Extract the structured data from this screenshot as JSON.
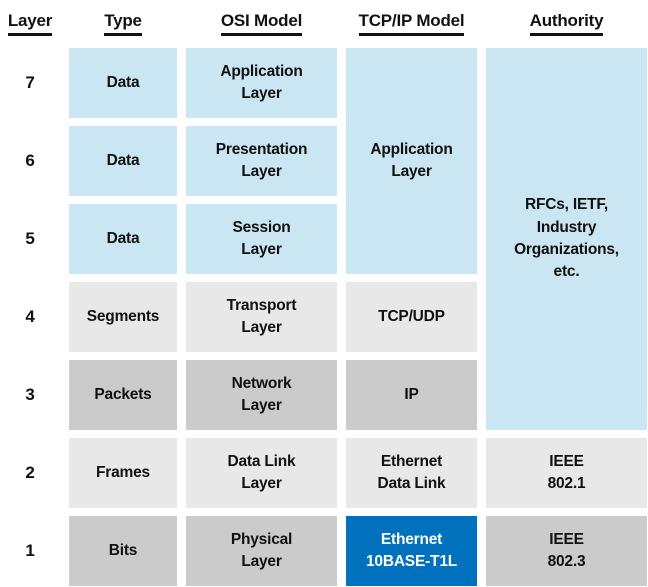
{
  "title": "OSI Model vs TCP/IP Model layer comparison table",
  "colors": {
    "light_blue": "#c9e6f2",
    "light_gray": "#e8e8e8",
    "dark_gray": "#cbcbcb",
    "highlight_blue": "#0071bc",
    "text": "#111111",
    "background": "#ffffff"
  },
  "header": {
    "columns": [
      "Layer",
      "Type",
      "OSI Model",
      "TCP/IP Model",
      "Authority"
    ]
  },
  "rows": [
    {
      "layer": "7",
      "type": "Data",
      "osi": "Application\nLayer"
    },
    {
      "layer": "6",
      "type": "Data",
      "osi": "Presentation\nLayer"
    },
    {
      "layer": "5",
      "type": "Data",
      "osi": "Session\nLayer"
    },
    {
      "layer": "4",
      "type": "Segments",
      "osi": "Transport\nLayer"
    },
    {
      "layer": "3",
      "type": "Packets",
      "osi": "Network\nLayer"
    },
    {
      "layer": "2",
      "type": "Frames",
      "osi": "Data Link\nLayer"
    },
    {
      "layer": "1",
      "type": "Bits",
      "osi": "Physical\nLayer"
    }
  ],
  "tcpip": {
    "application": "Application\nLayer",
    "tcp_udp": "TCP/UDP",
    "ip": "IP",
    "ethernet_data_link": "Ethernet\nData Link",
    "ethernet_physical": "Ethernet\n10BASE-T1L"
  },
  "authority": {
    "rfcs": "RFCs, IETF,\nIndustry\nOrganizations,\netc.",
    "ieee_802_1": "IEEE\n802.1",
    "ieee_802_3": "IEEE\n802.3"
  }
}
